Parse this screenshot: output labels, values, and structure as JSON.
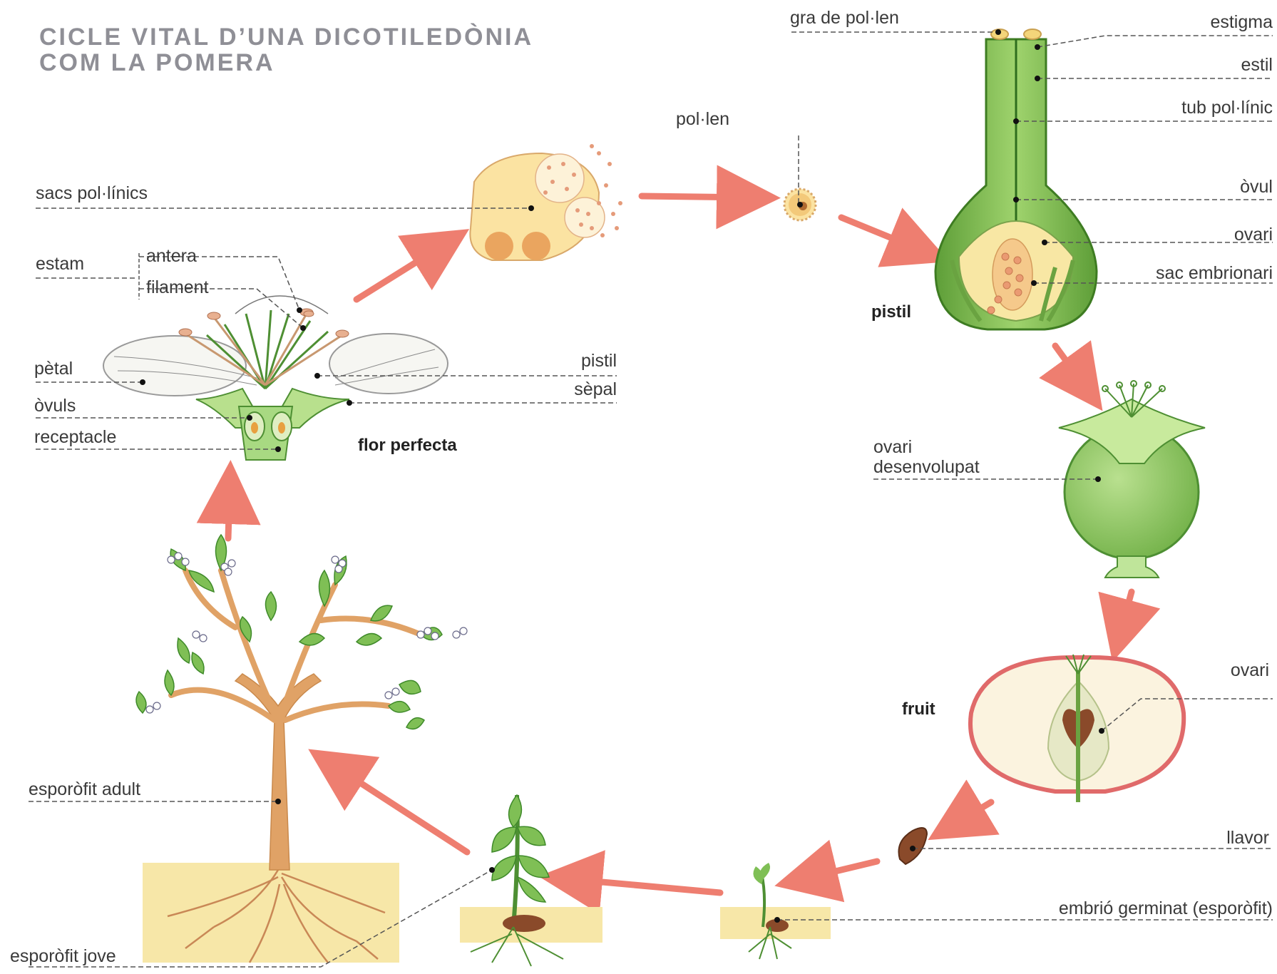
{
  "title": {
    "line1": "CICLE VITAL D’UNA DICOTILEDÒNIA",
    "line2": "COM LA POMERA"
  },
  "stages": {
    "flower": "flor perfecta",
    "pistil": "pistil",
    "fruit": "fruit"
  },
  "labels": {
    "sacs_pollinics": "sacs pol·línics",
    "estam": "estam",
    "antera": "antera",
    "filament": "filament",
    "petal": "pètal",
    "ovuls": "òvuls",
    "receptacle": "receptacle",
    "pistil_flor": "pistil",
    "sepal": "sèpal",
    "pollen": "pol·len",
    "gra_pollen": "gra de pol·len",
    "estigma": "estigma",
    "estil": "estil",
    "tub_pollinic": "tub pol·línic",
    "ovul": "òvul",
    "ovari": "ovari",
    "sac_embrionari": "sac embrionari",
    "ovari_desenvolupat_1": "ovari",
    "ovari_desenvolupat_2": "desenvolupat",
    "ovari_fruit": "ovari",
    "llavor": "llavor",
    "embrio_germinat": "embrió germinat (esporòfit)",
    "esporofit_adult": "esporòfit adult",
    "esporofit_jove": "esporòfit jove"
  },
  "colors": {
    "arrow": "#ee7e70",
    "plant_green": "#7fbf55",
    "dark_green": "#3f8a2a",
    "pale_yellow": "#fbe9a8",
    "orange": "#eaa55f",
    "trunk": "#e0a266",
    "soil": "#f7e7a8",
    "fruit_red": "#e06a6a",
    "seed_brown": "#8a4a2a",
    "title_gray": "#8f8f96"
  }
}
